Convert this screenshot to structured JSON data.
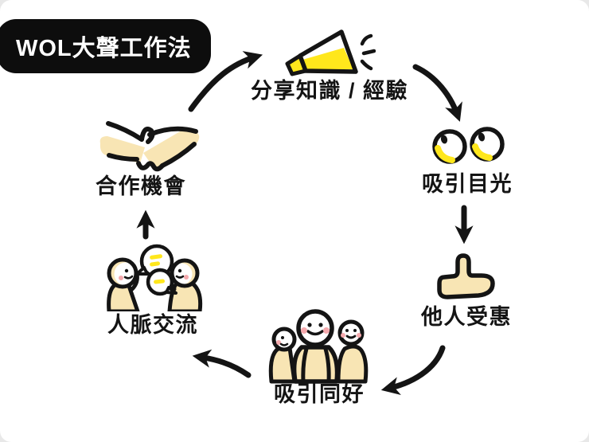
{
  "title": {
    "label": "WOL大聲工作法"
  },
  "colors": {
    "ink": "#141414",
    "yellow": "#ffe71c",
    "cream": "#f8e5b4",
    "cheek": "#f5a9ad",
    "badge_bg": "#0d0d0d",
    "badge_text": "#ffffff",
    "background": "#ffffff"
  },
  "cycle": {
    "steps": [
      {
        "label": "分享知識 / 經驗",
        "icon": "megaphone-icon"
      },
      {
        "label": "吸引目光",
        "icon": "eyes-icon"
      },
      {
        "label": "他人受惠",
        "icon": "thumbs-up-icon"
      },
      {
        "label": "吸引同好",
        "icon": "people-group-icon"
      },
      {
        "label": "人脈交流",
        "icon": "people-talking-icon"
      },
      {
        "label": "合作機會",
        "icon": "handshake-icon"
      }
    ],
    "flow": [
      "分享知識 / 經驗 → 吸引目光",
      "吸引目光 → 他人受惠",
      "他人受惠 → 吸引同好",
      "吸引同好 → 人脈交流",
      "人脈交流 → 合作機會",
      "合作機會 → 分享知識 / 經驗"
    ]
  }
}
